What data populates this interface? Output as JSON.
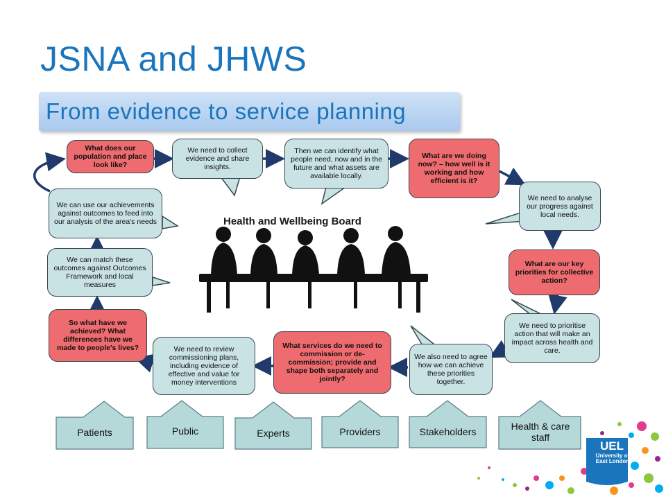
{
  "slide": {
    "title": "JSNA and JHWS",
    "subtitle": "From evidence to service planning"
  },
  "diagram": {
    "board_title": "Health and Wellbeing Board",
    "cycle_nodes": [
      {
        "id": "n1",
        "style": "red",
        "text": "What does our population and place look like?"
      },
      {
        "id": "n2",
        "style": "teal",
        "text": "We need to collect evidence and share insights."
      },
      {
        "id": "n3",
        "style": "teal",
        "text": "Then we can identify what people need, now and in the future and what assets are available locally."
      },
      {
        "id": "n4",
        "style": "red",
        "text": "What are we doing now? – how well is it working and how efficient is it?"
      },
      {
        "id": "n5",
        "style": "teal",
        "text": "We need to analyse our progress against local needs."
      },
      {
        "id": "n6",
        "style": "red",
        "text": "What are our key priorities for collective action?"
      },
      {
        "id": "n7",
        "style": "teal",
        "text": "We need to prioritise action that will make an impact across health and care."
      },
      {
        "id": "n8",
        "style": "teal",
        "text": "We also need to agree how we can achieve these priorities together."
      },
      {
        "id": "n9",
        "style": "red",
        "text": "What services do we need to commission or de-commission; provide and shape both separately and jointly?"
      },
      {
        "id": "n10",
        "style": "teal",
        "text": "We need to review commissioning plans, including evidence of effective and value for money interventions"
      },
      {
        "id": "n11",
        "style": "red",
        "text": "So what have we achieved? What differences have we made to people's lives?"
      },
      {
        "id": "n12",
        "style": "teal",
        "text": "We can match these outcomes against Outcomes Framework and local measures"
      },
      {
        "id": "n13",
        "style": "teal",
        "text": "We can use our achievements against outcomes to feed into our analysis of the area's needs"
      }
    ],
    "stakeholders": [
      "Patients",
      "Public",
      "Experts",
      "Providers",
      "Stakeholders",
      "Health & care staff"
    ]
  },
  "logo": {
    "big": "UEL",
    "line1": "University of",
    "line2": "East London"
  },
  "colors": {
    "title": "#1b75bc",
    "red_box": "#ee6b6f",
    "teal_box": "#c9e2e3",
    "arrow": "#1f3a6b",
    "stakeholder_fill": "#b5d9d8"
  }
}
